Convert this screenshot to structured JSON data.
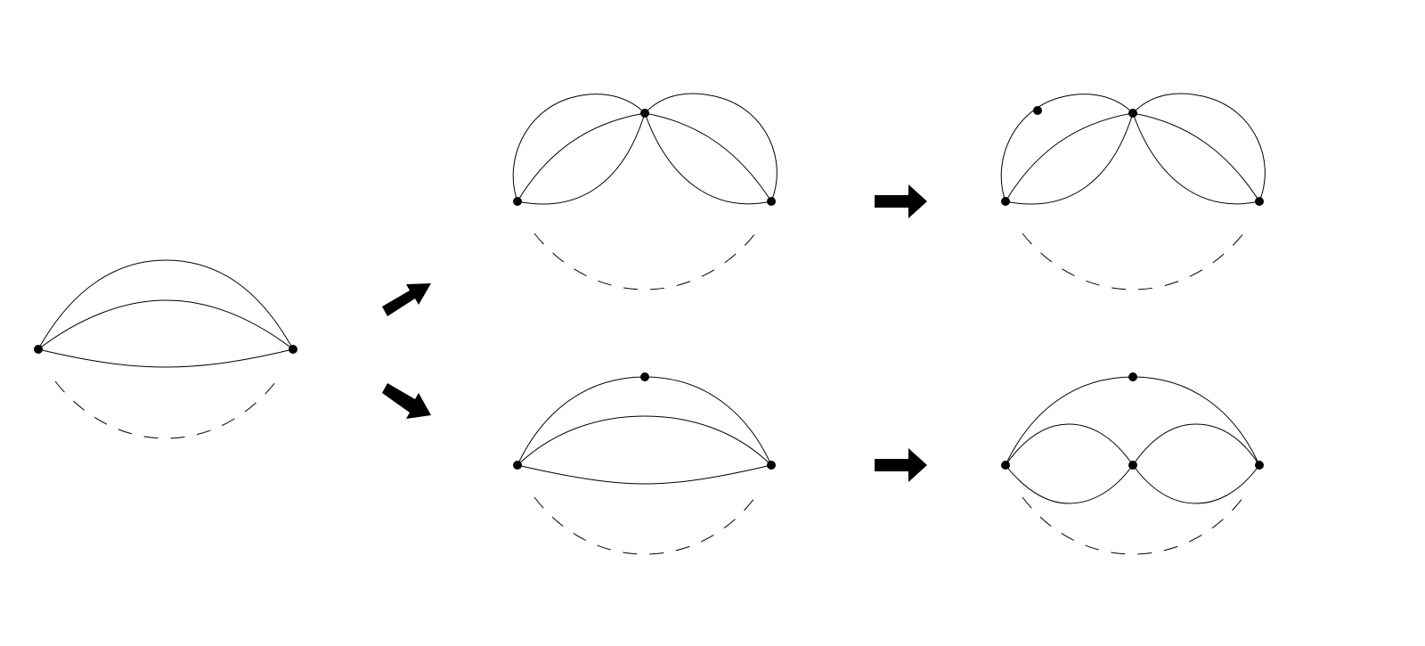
{
  "diagram": {
    "description_free": true,
    "colors": {
      "background": "#ffffff",
      "stroke": "#000000",
      "node_fill": "#000000",
      "arrow_fill": "#000000"
    },
    "panels": [
      {
        "id": "source",
        "nodes": 2,
        "solid_edges": 3,
        "dashed_edges": 1
      },
      {
        "id": "top-middle",
        "nodes": 3,
        "solid_edges": 4,
        "dashed_edges": 1
      },
      {
        "id": "top-right",
        "nodes": 4,
        "solid_edges": 4,
        "dashed_edges": 1
      },
      {
        "id": "bottom-middle",
        "nodes": 3,
        "solid_edges": 3,
        "dashed_edges": 1
      },
      {
        "id": "bottom-right",
        "nodes": 4,
        "solid_edges": 5,
        "dashed_edges": 1
      }
    ],
    "arrows": [
      {
        "id": "arrow-up-right",
        "direction": "up-right"
      },
      {
        "id": "arrow-down-right",
        "direction": "down-right"
      },
      {
        "id": "arrow-right-top",
        "direction": "right"
      },
      {
        "id": "arrow-right-bottom",
        "direction": "right"
      }
    ]
  }
}
